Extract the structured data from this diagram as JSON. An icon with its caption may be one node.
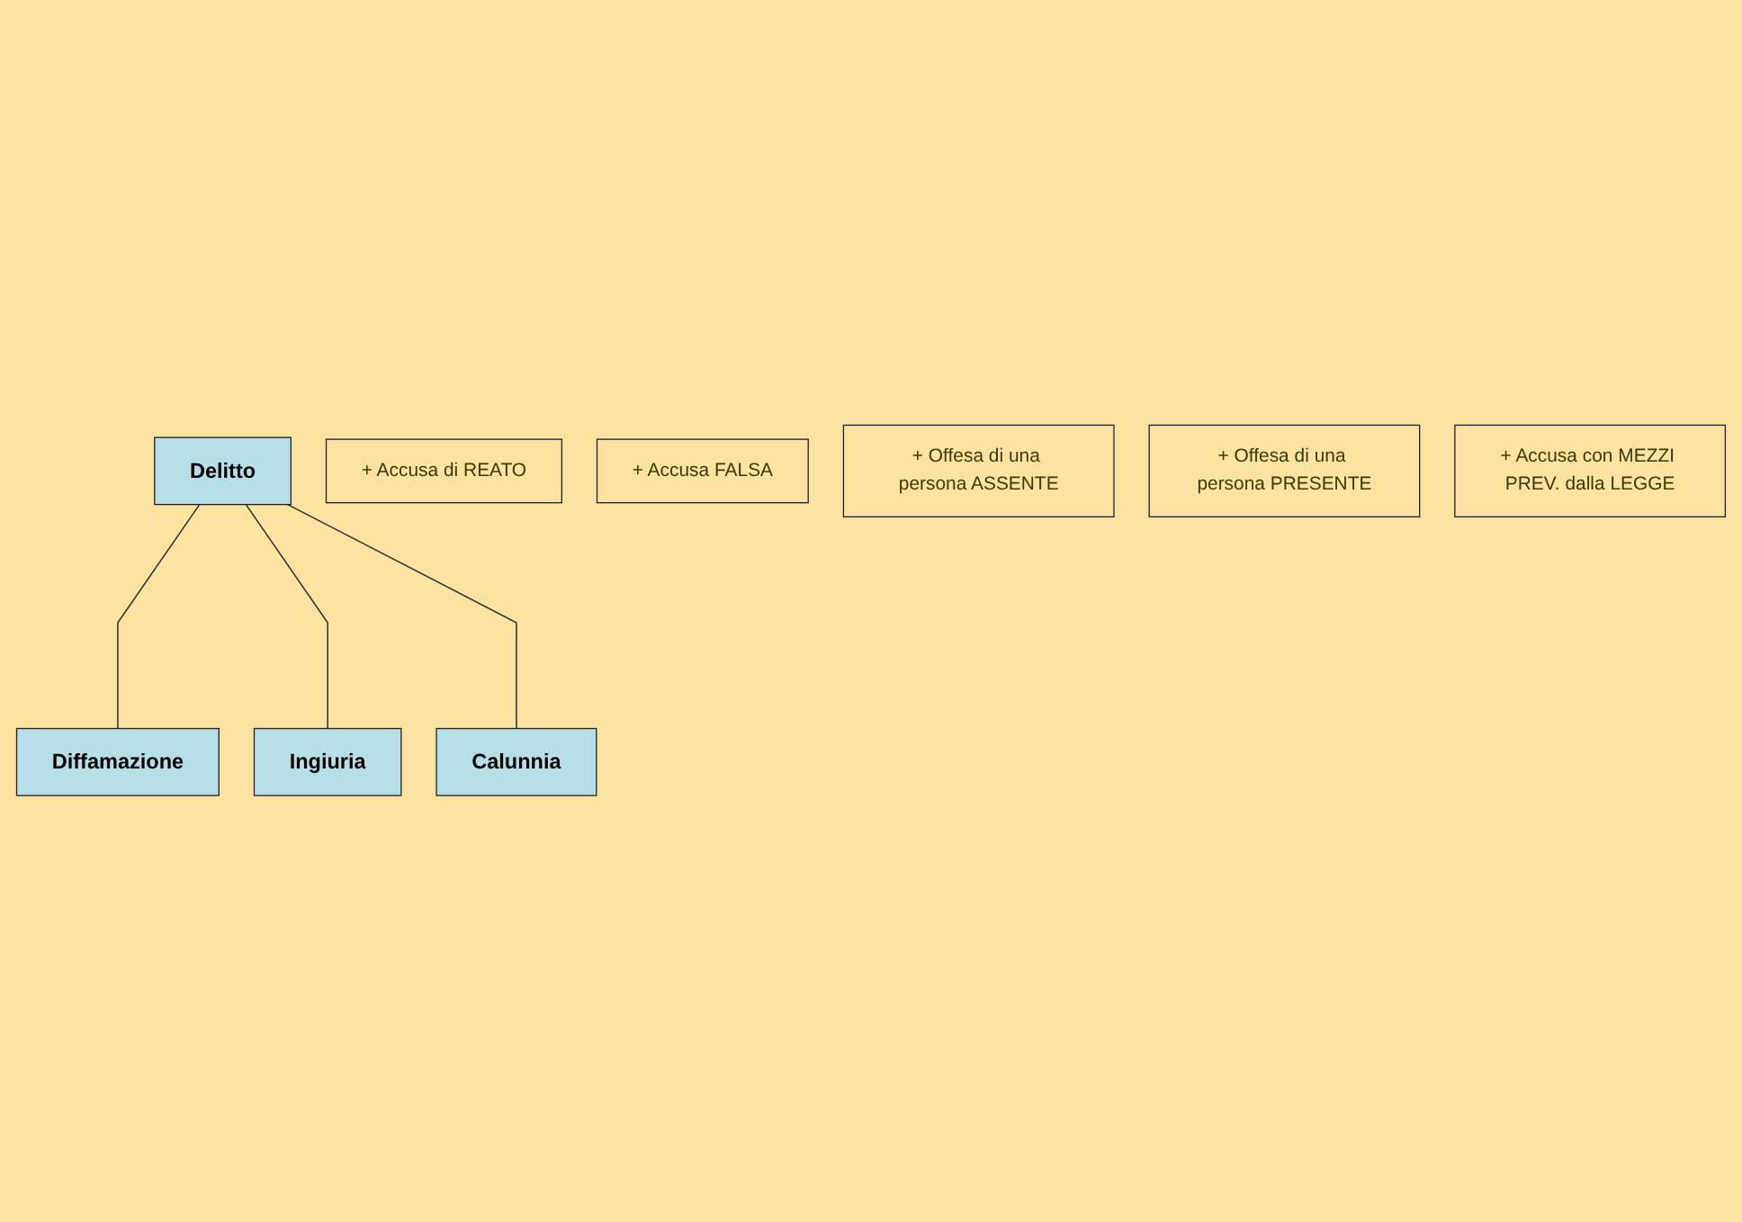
{
  "diagram": {
    "nodes": [
      {
        "text": [
          "Delitto"
        ]
      },
      {
        "text": [
          "+ Accusa di REATO"
        ]
      },
      {
        "text": [
          "+ Accusa FALSA"
        ]
      },
      {
        "text": [
          "+ Offesa di una persona ASSENTE"
        ]
      },
      {
        "text": [
          "+ Offesa di una persona PRESENTE"
        ]
      },
      {
        "text": [
          "+ Accusa con MEZZI PREV. dalla LEGGE"
        ]
      },
      {
        "text": [
          "Diffamazione"
        ]
      },
      {
        "text": [
          "Ingiuria"
        ]
      },
      {
        "text": [
          "Calunnia"
        ]
      }
    ],
    "edges": [
      {
        "from": 0,
        "to": 6,
        "arrow": "none"
      },
      {
        "from": 0,
        "to": 7,
        "arrow": "none"
      },
      {
        "from": 0,
        "to": 8,
        "arrow": "none"
      }
    ]
  }
}
